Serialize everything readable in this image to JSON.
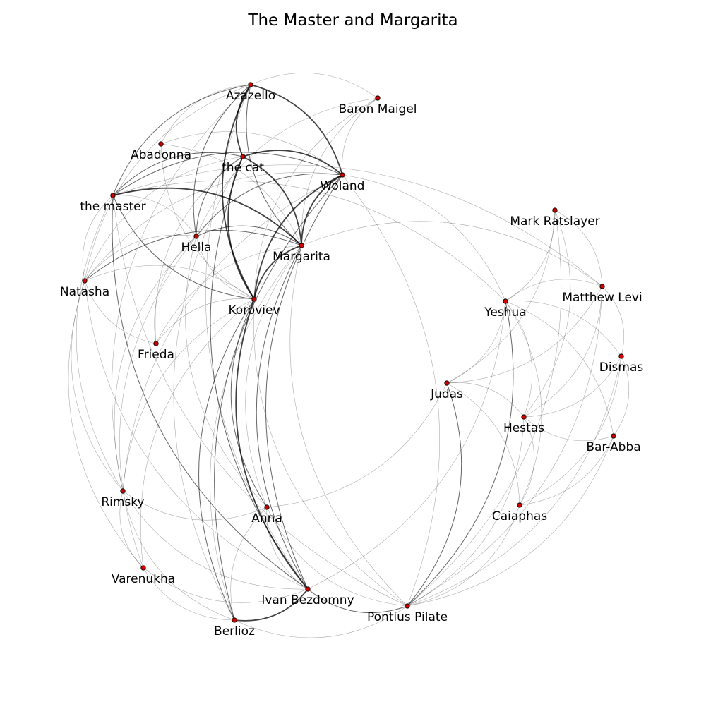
{
  "title": "The Master and Margarita",
  "colors": {
    "node_fill": "#d40000",
    "node_stroke": "#000000",
    "edge": "#000000",
    "background": "#ffffff"
  },
  "nodes": [
    {
      "id": "azazello",
      "label": "Azazello"
    },
    {
      "id": "baron-maigel",
      "label": "Baron Maigel"
    },
    {
      "id": "abadonna",
      "label": "Abadonna"
    },
    {
      "id": "the-cat",
      "label": "the cat"
    },
    {
      "id": "woland",
      "label": "Woland"
    },
    {
      "id": "the-master",
      "label": "the master"
    },
    {
      "id": "mark-ratslayer",
      "label": "Mark Ratslayer"
    },
    {
      "id": "hella",
      "label": "Hella"
    },
    {
      "id": "margarita",
      "label": "Margarita"
    },
    {
      "id": "natasha",
      "label": "Natasha"
    },
    {
      "id": "matthew-levi",
      "label": "Matthew Levi"
    },
    {
      "id": "yeshua",
      "label": "Yeshua"
    },
    {
      "id": "koroviev",
      "label": "Koroviev"
    },
    {
      "id": "frieda",
      "label": "Frieda"
    },
    {
      "id": "dismas",
      "label": "Dismas"
    },
    {
      "id": "judas",
      "label": "Judas"
    },
    {
      "id": "hestas",
      "label": "Hestas"
    },
    {
      "id": "bar-abba",
      "label": "Bar-Abba"
    },
    {
      "id": "rimsky",
      "label": "Rimsky"
    },
    {
      "id": "anna",
      "label": "Anna"
    },
    {
      "id": "caiaphas",
      "label": "Caiaphas"
    },
    {
      "id": "varenukha",
      "label": "Varenukha"
    },
    {
      "id": "ivan-bezdomny",
      "label": "Ivan Bezdomny"
    },
    {
      "id": "pontius-pilate",
      "label": "Pontius Pilate"
    },
    {
      "id": "berlioz",
      "label": "Berlioz"
    }
  ],
  "edges": [
    [
      "azazello",
      "the-cat",
      3
    ],
    [
      "azazello",
      "woland",
      3
    ],
    [
      "azazello",
      "koroviev",
      3
    ],
    [
      "azazello",
      "margarita",
      2
    ],
    [
      "azazello",
      "the-master",
      2
    ],
    [
      "azazello",
      "hella",
      2
    ],
    [
      "azazello",
      "natasha",
      1
    ],
    [
      "azazello",
      "baron-maigel",
      1
    ],
    [
      "azazello",
      "ivan-bezdomny",
      1
    ],
    [
      "azazello",
      "rimsky",
      1
    ],
    [
      "azazello",
      "abadonna",
      1
    ],
    [
      "the-cat",
      "woland",
      3
    ],
    [
      "the-cat",
      "koroviev",
      3
    ],
    [
      "the-cat",
      "margarita",
      3
    ],
    [
      "the-cat",
      "hella",
      2
    ],
    [
      "the-cat",
      "the-master",
      2
    ],
    [
      "the-cat",
      "ivan-bezdomny",
      2
    ],
    [
      "the-cat",
      "berlioz",
      1
    ],
    [
      "the-cat",
      "natasha",
      1
    ],
    [
      "the-cat",
      "frieda",
      1
    ],
    [
      "woland",
      "koroviev",
      3
    ],
    [
      "woland",
      "margarita",
      3
    ],
    [
      "woland",
      "the-master",
      2
    ],
    [
      "woland",
      "hella",
      2
    ],
    [
      "woland",
      "ivan-bezdomny",
      2
    ],
    [
      "woland",
      "berlioz",
      2
    ],
    [
      "woland",
      "pontius-pilate",
      1
    ],
    [
      "woland",
      "abadonna",
      1
    ],
    [
      "woland",
      "baron-maigel",
      1
    ],
    [
      "woland",
      "rimsky",
      1
    ],
    [
      "woland",
      "natasha",
      1
    ],
    [
      "woland",
      "yeshua",
      1
    ],
    [
      "margarita",
      "the-master",
      3
    ],
    [
      "margarita",
      "koroviev",
      3
    ],
    [
      "margarita",
      "natasha",
      2
    ],
    [
      "margarita",
      "hella",
      2
    ],
    [
      "margarita",
      "ivan-bezdomny",
      2
    ],
    [
      "margarita",
      "frieda",
      1
    ],
    [
      "margarita",
      "pontius-pilate",
      1
    ],
    [
      "margarita",
      "berlioz",
      1
    ],
    [
      "margarita",
      "anna",
      1
    ],
    [
      "margarita",
      "matthew-levi",
      1
    ],
    [
      "koroviev",
      "ivan-bezdomny",
      3
    ],
    [
      "koroviev",
      "berlioz",
      2
    ],
    [
      "koroviev",
      "anna",
      2
    ],
    [
      "koroviev",
      "hella",
      1
    ],
    [
      "koroviev",
      "rimsky",
      1
    ],
    [
      "koroviev",
      "varenukha",
      1
    ],
    [
      "koroviev",
      "the-master",
      2
    ],
    [
      "koroviev",
      "natasha",
      1
    ],
    [
      "koroviev",
      "pontius-pilate",
      1
    ],
    [
      "koroviev",
      "frieda",
      1
    ],
    [
      "the-master",
      "ivan-bezdomny",
      2
    ],
    [
      "the-master",
      "pontius-pilate",
      1
    ],
    [
      "the-master",
      "natasha",
      1
    ],
    [
      "the-master",
      "hella",
      1
    ],
    [
      "the-master",
      "rimsky",
      1
    ],
    [
      "the-master",
      "yeshua",
      1
    ],
    [
      "the-master",
      "matthew-levi",
      1
    ],
    [
      "hella",
      "rimsky",
      1
    ],
    [
      "hella",
      "varenukha",
      1
    ],
    [
      "hella",
      "natasha",
      1
    ],
    [
      "ivan-bezdomny",
      "berlioz",
      3
    ],
    [
      "ivan-bezdomny",
      "pontius-pilate",
      2
    ],
    [
      "ivan-bezdomny",
      "rimsky",
      1
    ],
    [
      "ivan-bezdomny",
      "varenukha",
      1
    ],
    [
      "ivan-bezdomny",
      "anna",
      1
    ],
    [
      "ivan-bezdomny",
      "yeshua",
      1
    ],
    [
      "ivan-bezdomny",
      "natasha",
      1
    ],
    [
      "berlioz",
      "pontius-pilate",
      1
    ],
    [
      "berlioz",
      "rimsky",
      1
    ],
    [
      "berlioz",
      "varenukha",
      1
    ],
    [
      "berlioz",
      "anna",
      1
    ],
    [
      "rimsky",
      "varenukha",
      1
    ],
    [
      "rimsky",
      "natasha",
      1
    ],
    [
      "pontius-pilate",
      "yeshua",
      2
    ],
    [
      "pontius-pilate",
      "judas",
      2
    ],
    [
      "pontius-pilate",
      "caiaphas",
      1
    ],
    [
      "pontius-pilate",
      "matthew-levi",
      1
    ],
    [
      "pontius-pilate",
      "mark-ratslayer",
      1
    ],
    [
      "pontius-pilate",
      "hestas",
      1
    ],
    [
      "pontius-pilate",
      "dismas",
      1
    ],
    [
      "pontius-pilate",
      "bar-abba",
      1
    ],
    [
      "pontius-pilate",
      "anna",
      1
    ],
    [
      "yeshua",
      "matthew-levi",
      1
    ],
    [
      "yeshua",
      "mark-ratslayer",
      1
    ],
    [
      "yeshua",
      "hestas",
      1
    ],
    [
      "yeshua",
      "dismas",
      1
    ],
    [
      "yeshua",
      "judas",
      1
    ],
    [
      "yeshua",
      "caiaphas",
      1
    ],
    [
      "yeshua",
      "bar-abba",
      1
    ],
    [
      "matthew-levi",
      "judas",
      1
    ],
    [
      "matthew-levi",
      "mark-ratslayer",
      1
    ],
    [
      "matthew-levi",
      "dismas",
      1
    ],
    [
      "matthew-levi",
      "hestas",
      1
    ],
    [
      "hestas",
      "dismas",
      1
    ],
    [
      "hestas",
      "bar-abba",
      1
    ],
    [
      "hestas",
      "mark-ratslayer",
      1
    ],
    [
      "hestas",
      "caiaphas",
      1
    ],
    [
      "hestas",
      "judas",
      1
    ],
    [
      "judas",
      "caiaphas",
      1
    ],
    [
      "judas",
      "anna",
      1
    ],
    [
      "dismas",
      "bar-abba",
      1
    ],
    [
      "dismas",
      "caiaphas",
      1
    ],
    [
      "mark-ratslayer",
      "judas",
      1
    ],
    [
      "bar-abba",
      "caiaphas",
      1
    ],
    [
      "baron-maigel",
      "margarita",
      1
    ],
    [
      "baron-maigel",
      "koroviev",
      1
    ],
    [
      "baron-maigel",
      "hella",
      1
    ],
    [
      "abadonna",
      "koroviev",
      1
    ],
    [
      "abadonna",
      "margarita",
      1
    ],
    [
      "frieda",
      "hella",
      1
    ],
    [
      "frieda",
      "natasha",
      1
    ],
    [
      "anna",
      "hella",
      1
    ],
    [
      "anna",
      "rimsky",
      1
    ],
    [
      "varenukha",
      "natasha",
      1
    ]
  ]
}
